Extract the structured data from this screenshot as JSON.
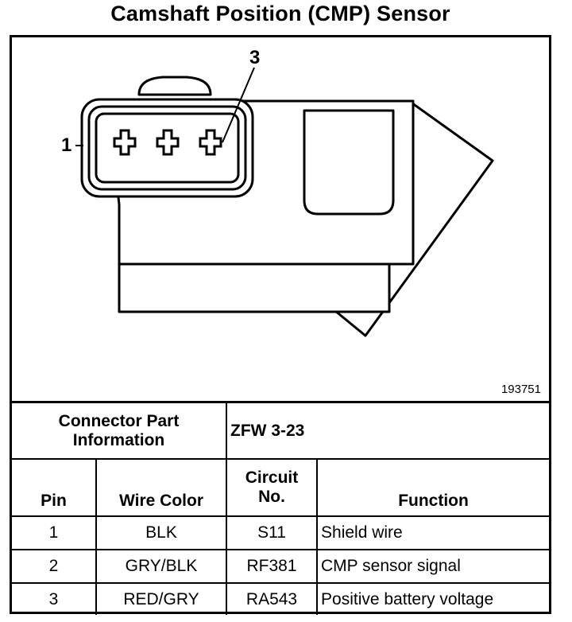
{
  "title": "Camshaft Position (CMP) Sensor",
  "diagram": {
    "pin_label_1": "1",
    "pin_label_3": "3",
    "figure_number": "193751"
  },
  "connector": {
    "part_info_label": "Connector Part Information",
    "part_number": "ZFW 3-23"
  },
  "table": {
    "headers": {
      "pin": "Pin",
      "wire_color": "Wire Color",
      "circuit": "Circuit No.",
      "function": "Function"
    },
    "rows": [
      {
        "pin": "1",
        "wire_color": "BLK",
        "circuit": "S11",
        "function": "Shield wire"
      },
      {
        "pin": "2",
        "wire_color": "GRY/BLK",
        "circuit": "RF381",
        "function": "CMP sensor signal"
      },
      {
        "pin": "3",
        "wire_color": "RED/GRY",
        "circuit": "RA543",
        "function": "Positive battery voltage"
      }
    ]
  }
}
